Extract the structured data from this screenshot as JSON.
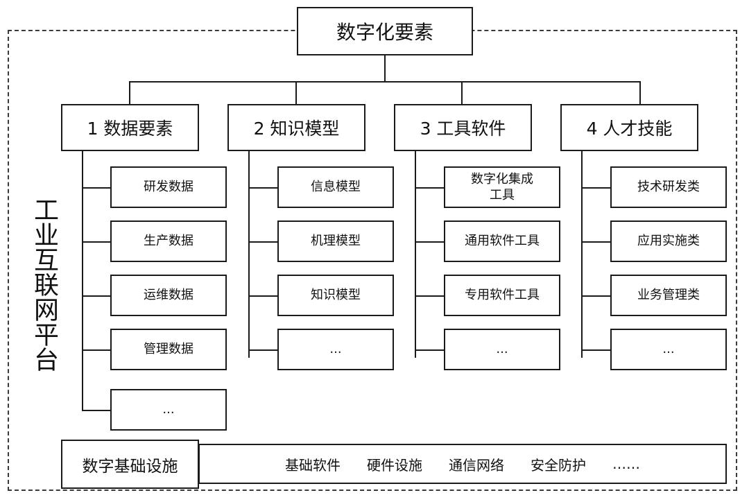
{
  "diagram": {
    "title": "数字化要素",
    "platform_label": "工业互联网平台",
    "columns": [
      {
        "id": "data-elements",
        "heading": "1 数据要素",
        "items": [
          "研发数据",
          "生产数据",
          "运维数据",
          "管理数据",
          "..."
        ]
      },
      {
        "id": "knowledge-models",
        "heading": "2 知识模型",
        "items": [
          "信息模型",
          "机理模型",
          "知识模型",
          "..."
        ]
      },
      {
        "id": "tool-software",
        "heading": "3 工具软件",
        "items": [
          "数字化集成\n工具",
          "通用软件工具",
          "专用软件工具",
          "..."
        ]
      },
      {
        "id": "talent-skills",
        "heading": "4 人才技能",
        "items": [
          "技术研发类",
          "应用实施类",
          "业务管理类",
          "..."
        ]
      }
    ],
    "infrastructure": {
      "label": "数字基础设施",
      "items": [
        "基础软件",
        "硬件设施",
        "通信网络",
        "安全防护",
        "……"
      ]
    },
    "colors": {
      "line": "#1a1a1a",
      "frame_dashed": "#3a3a3a",
      "text": "#111111",
      "background": "#ffffff"
    }
  }
}
